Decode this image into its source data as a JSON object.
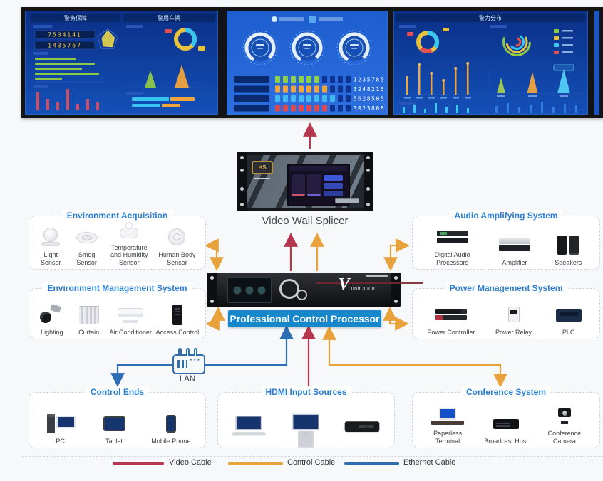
{
  "video_wall": {
    "screens": {
      "screen1": {
        "panel1": {
          "title": "警务保障",
          "counters": [
            "7534141",
            "1435767"
          ],
          "green_bars": [
            58,
            84,
            66,
            90,
            38
          ],
          "red_bars": [
            26,
            16,
            11,
            30,
            9,
            16,
            11
          ]
        },
        "panel2": {
          "title": "警用车辆",
          "donut_colors": [
            "#e8c23d",
            "#38c4ec"
          ],
          "cones": [
            24,
            32
          ],
          "stacked": [
            [
              52,
              34
            ],
            [
              40,
              26
            ]
          ]
        }
      },
      "screen2": {
        "rows": [
          {
            "color": "#8ed04c",
            "blocks": 6,
            "counter": "1235785"
          },
          {
            "color": "#f0a43c",
            "blocks": 7,
            "counter": "3248216"
          },
          {
            "color": "#3fb9f0",
            "blocks": 8,
            "counter": "5628505"
          },
          {
            "color": "#e0484f",
            "blocks": 7,
            "counter": "3023808"
          }
        ]
      },
      "screen3": {
        "title": "警力分布",
        "lollipops": [
          22,
          40,
          28,
          18,
          35,
          42
        ],
        "mini_bars": [
          8,
          12,
          6,
          14,
          9,
          12,
          7
        ],
        "cones": [
          22,
          30,
          34
        ],
        "cone_colors": [
          "#a4cf50",
          "#f0a43c",
          "#55ccf5"
        ],
        "ring_colors": [
          "#e35050",
          "#3bc8f0",
          "#e8c23d",
          "#8fc848"
        ],
        "legend_colors": [
          "#8ed04c",
          "#e8c23d",
          "#3bc8f0",
          "#e35050"
        ],
        "bottom_bars": [
          10,
          14,
          8,
          12,
          16,
          9,
          13,
          11
        ]
      }
    }
  },
  "devices": {
    "splicer": {
      "label": "Video Wall Splicer",
      "logo": "HS"
    },
    "processor": {
      "label": "Professional Control Processor",
      "brand_v": "V",
      "brand_model": "unit 3000"
    }
  },
  "lan": {
    "label": "LAN"
  },
  "groups": {
    "env_acquisition": {
      "title": "Environment Acquisition",
      "items": [
        {
          "label": "Light Sensor",
          "icon": "sensor-dome"
        },
        {
          "label": "Smog Sensor",
          "icon": "sensor-smoke"
        },
        {
          "label": "Temperature and Humidity Sensor",
          "icon": "sensor-puck"
        },
        {
          "label": "Human Body Sensor",
          "icon": "sensor-disc"
        }
      ]
    },
    "audio": {
      "title": "Audio Amplifying System",
      "items": [
        {
          "label": "Digital Audio Processors",
          "icon": "rack-audio"
        },
        {
          "label": "Amplifier",
          "icon": "rack-amp"
        },
        {
          "label": "Speakers",
          "icon": "speakers"
        }
      ]
    },
    "env_management": {
      "title": "Environment Management System",
      "items": [
        {
          "label": "Lighting",
          "icon": "track-light"
        },
        {
          "label": "Curtain",
          "icon": "curtain"
        },
        {
          "label": "Air Conditioner",
          "icon": "aircon"
        },
        {
          "label": "Access Control",
          "icon": "access-panel"
        }
      ]
    },
    "power": {
      "title": "Power Management System",
      "items": [
        {
          "label": "Power Controller",
          "icon": "rack-power"
        },
        {
          "label": "Power Relay",
          "icon": "relay"
        },
        {
          "label": "PLC",
          "icon": "plc"
        }
      ]
    },
    "control_ends": {
      "title": "Control Ends",
      "items": [
        {
          "label": "PC",
          "icon": "pc"
        },
        {
          "label": "Tablet",
          "icon": "tablet"
        },
        {
          "label": "Mobile Phone",
          "icon": "phone"
        }
      ]
    },
    "hdmi": {
      "title": "HDMI Input Sources",
      "items": [
        {
          "label": "",
          "icon": "laptop"
        },
        {
          "label": "",
          "icon": "monitor"
        },
        {
          "label": "",
          "icon": "stb"
        }
      ]
    },
    "conference": {
      "title": "Conference System",
      "items": [
        {
          "label": "Paperless Terminal",
          "icon": "paperless"
        },
        {
          "label": "Broadcast Host",
          "icon": "broadcast"
        },
        {
          "label": "Conference Camera",
          "icon": "camera"
        }
      ]
    }
  },
  "legend": {
    "items": [
      {
        "label": "Video Cable",
        "color": "#b5374e"
      },
      {
        "label": "Control Cable",
        "color": "#e8a23c"
      },
      {
        "label": "Ethernet Cable",
        "color": "#2e6db4"
      }
    ]
  }
}
